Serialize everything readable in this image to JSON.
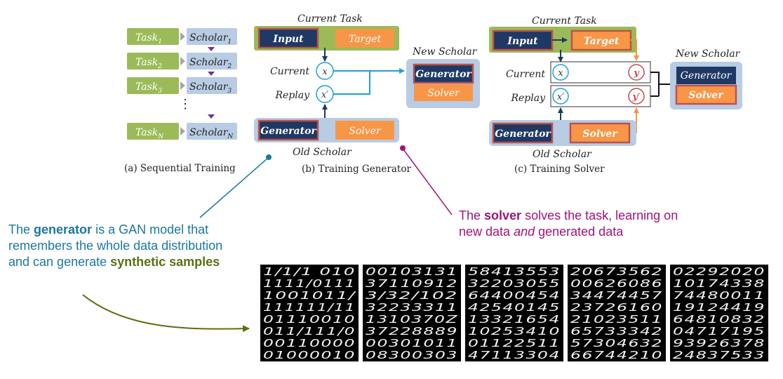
{
  "panel_a": {
    "rows": [
      {
        "task": "Task",
        "task_sub": "1",
        "scholar": "Scholar",
        "scholar_sub": "1"
      },
      {
        "task": "Task",
        "task_sub": "2",
        "scholar": "Scholar",
        "scholar_sub": "2"
      },
      {
        "task": "Task",
        "task_sub": "3",
        "scholar": "Scholar",
        "scholar_sub": "3"
      },
      {
        "task": "Task",
        "task_sub": "N",
        "scholar": "Scholar",
        "scholar_sub": "N"
      }
    ],
    "ellipsis": "⋮",
    "caption": "(a) Sequential Training"
  },
  "panel_b": {
    "current_task": "Current Task",
    "input": "Input",
    "target": "Target",
    "current": "Current",
    "replay": "Replay",
    "x": "x",
    "x_prime": "x′",
    "new_scholar": "New Scholar",
    "generator_new": "Generator",
    "solver_new": "Solver",
    "generator_old": "Generator",
    "solver_old": "Solver",
    "old_scholar": "Old Scholar",
    "caption": "(b) Training Generator"
  },
  "panel_c": {
    "current_task": "Current Task",
    "input": "Input",
    "target": "Target",
    "current": "Current",
    "replay": "Replay",
    "x": "x",
    "x_prime": "x′",
    "y": "y",
    "y_prime": "y′",
    "new_scholar": "New Scholar",
    "generator_new": "Generator",
    "solver_new": "Solver",
    "generator_old": "Generator",
    "solver_old": "Solver",
    "old_scholar": "Old Scholar",
    "caption": "(c) Training Solver"
  },
  "annotations": {
    "generator": {
      "pre": "The ",
      "bold": "generator",
      "post": " is a GAN model that remembers the whole data distribution and can generate ",
      "olive": "synthetic samples"
    },
    "solver": {
      "pre": "The ",
      "bold": "solver",
      "mid": " solves the task, learning on new data ",
      "em": "and",
      "post": " generated data"
    }
  },
  "samples": {
    "panels": [
      [
        "1/1/1 010",
        "1111/0111",
        "1001011/",
        "111111/11",
        "01110010",
        "011/111/0",
        "00110000",
        "01000010"
      ],
      [
        "00103131",
        "37110912",
        "3/32/102",
        "32233311",
        "1310370Z",
        "37228889",
        "00301011",
        "08300303"
      ],
      [
        "58413553",
        "32203055",
        "64400454",
        "42540145",
        "13321654",
        "10253410",
        "01122511",
        "47113304"
      ],
      [
        "20673562",
        "00626086",
        "34474457",
        "23726160",
        "21023511",
        "65733342",
        "57304632",
        "66744210"
      ],
      [
        "02292020",
        "10174338",
        "74480011",
        "19124419",
        "64810832",
        "04717195",
        "93926378",
        "24837533"
      ]
    ]
  },
  "colors": {
    "green": "#9bbb59",
    "green_border": "#7ea33b",
    "scholar_bg": "#b8cce4",
    "navy": "#1f3864",
    "orange": "#f79646",
    "red_border": "#c0504d",
    "arrow_blue": "#1f3864",
    "light_blue": "#1fa0d8",
    "purple": "#7030a0",
    "teal": "#1a78a0",
    "magenta": "#a0147a",
    "olive": "#5b6f12"
  }
}
